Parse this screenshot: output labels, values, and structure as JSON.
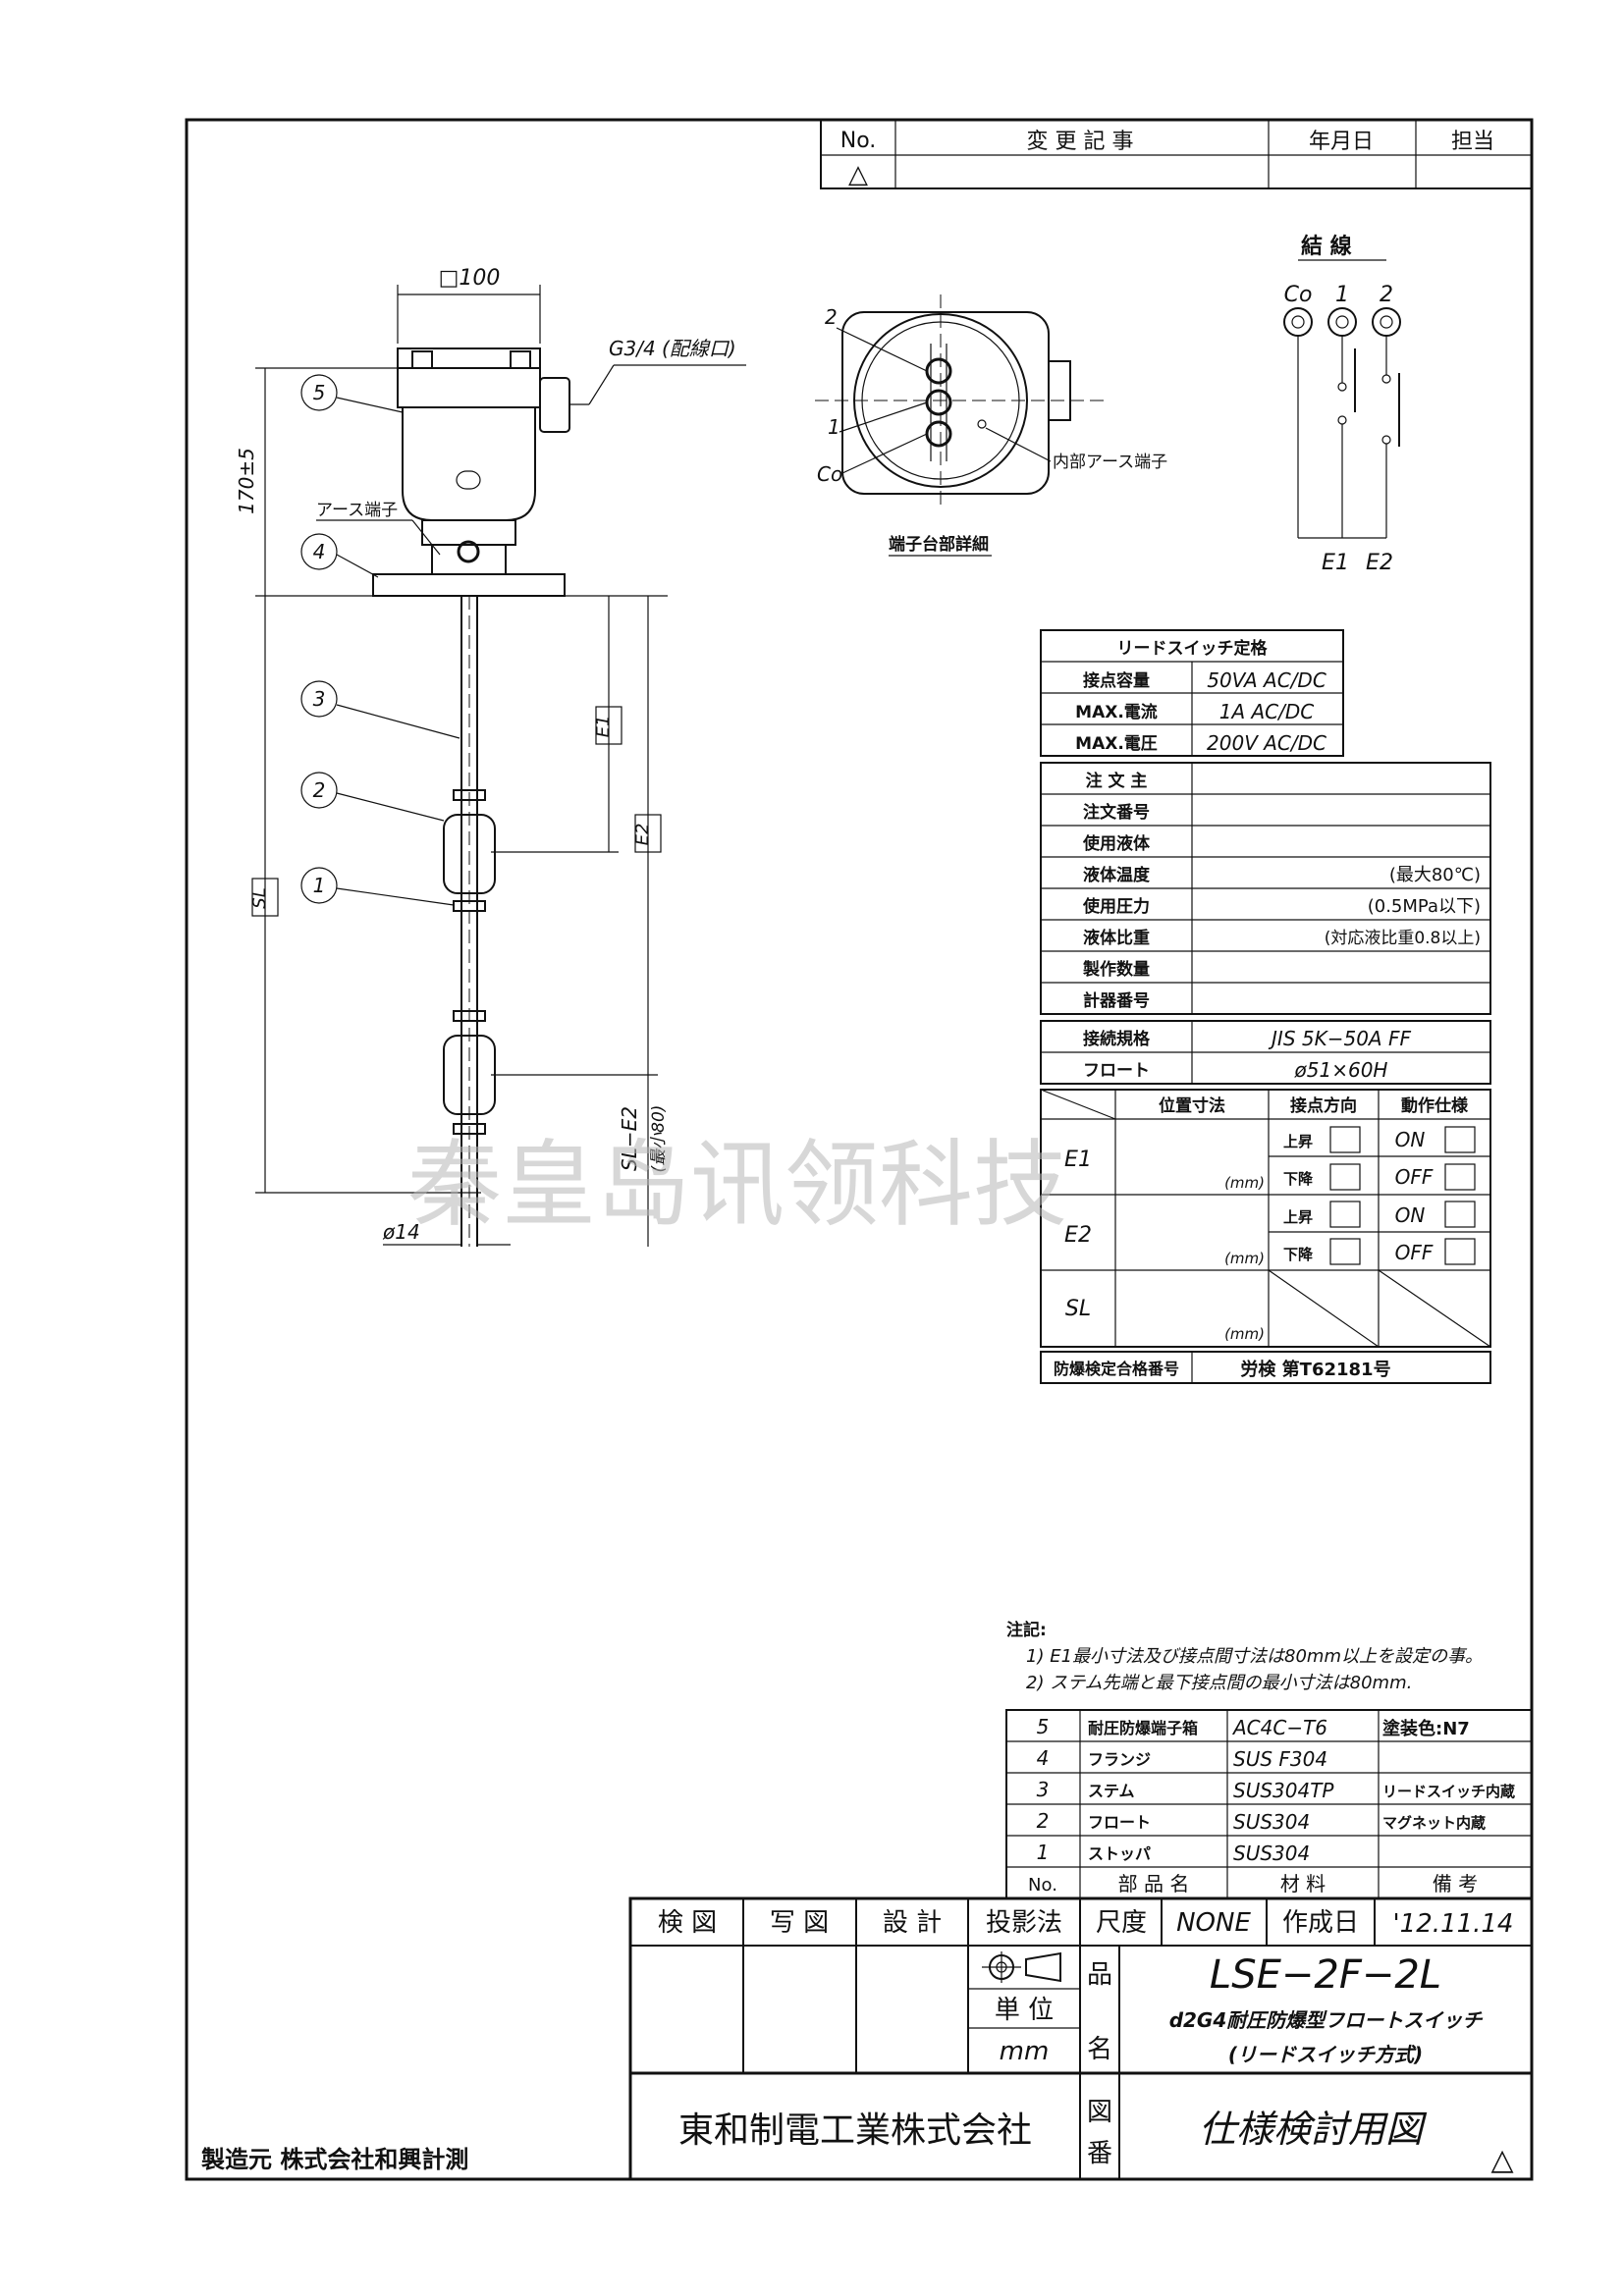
{
  "revision_block": {
    "headers": {
      "no": "No.",
      "change": "変 更 記 事",
      "date": "年月日",
      "person": "担当"
    },
    "row_symbol": "△"
  },
  "drawing": {
    "dim_width": "□100",
    "dim_height": "170±5",
    "conduit": "G3/4 (配線口)",
    "earth_terminal": "アース端子",
    "dim_E1": "E1",
    "dim_E2": "E2",
    "dim_SL": "SL",
    "dim_SL_E2": "SL−E2",
    "dim_SL_E2_min": "(最小80)",
    "dim_stem": "ø14",
    "balloons": [
      "5",
      "4",
      "3",
      "2",
      "1"
    ]
  },
  "terminal_detail": {
    "caption": "端子台部詳細",
    "internal_earth": "内部アース端子",
    "labels": [
      "2",
      "1",
      "Co"
    ]
  },
  "wiring": {
    "title": "結 線",
    "terminals": [
      "Co",
      "1",
      "2"
    ],
    "outputs": [
      "E1",
      "E2"
    ]
  },
  "reed_switch": {
    "title": "リードスイッチ定格",
    "rows": [
      {
        "label": "接点容量",
        "value": "50VA AC/DC"
      },
      {
        "label": "MAX.電流",
        "value": "1A AC/DC"
      },
      {
        "label": "MAX.電圧",
        "value": "200V AC/DC"
      }
    ]
  },
  "order_info": {
    "rows": [
      {
        "label": "注 文 主",
        "value": ""
      },
      {
        "label": "注文番号",
        "value": ""
      },
      {
        "label": "使用液体",
        "value": ""
      },
      {
        "label": "液体温度",
        "value": "(最大80℃)"
      },
      {
        "label": "使用圧力",
        "value": "(0.5MPa以下)"
      },
      {
        "label": "液体比重",
        "value": "(対応液比重0.8以上)"
      },
      {
        "label": "製作数量",
        "value": ""
      },
      {
        "label": "計器番号",
        "value": ""
      }
    ]
  },
  "connection": {
    "rows": [
      {
        "label": "接続規格",
        "value": "JIS 5K−50A FF"
      },
      {
        "label": "フロート",
        "value": "ø51×60H"
      }
    ]
  },
  "contact_table": {
    "headers": {
      "position": "位置寸法",
      "direction": "接点方向",
      "action": "動作仕様"
    },
    "unit": "(mm)",
    "rows": [
      {
        "name": "E1",
        "dir_up": "上昇",
        "dir_down": "下降",
        "on": "ON",
        "off": "OFF"
      },
      {
        "name": "E2",
        "dir_up": "上昇",
        "dir_down": "下降",
        "on": "ON",
        "off": "OFF"
      },
      {
        "name": "SL"
      }
    ]
  },
  "certification": {
    "label": "防爆検定合格番号",
    "value": "労検 第T62181号"
  },
  "notes": {
    "title": "注記:",
    "items": [
      "1) E1最小寸法及び接点間寸法は80mm以上を設定の事。",
      "2) ステム先端と最下接点間の最小寸法は80mm."
    ]
  },
  "parts_list": {
    "headers": {
      "no": "No.",
      "name": "部 品 名",
      "material": "材 料",
      "remarks": "備 考"
    },
    "rows": [
      {
        "no": "5",
        "name": "耐圧防爆端子箱",
        "material": "AC4C−T6",
        "remarks": "塗装色:N7"
      },
      {
        "no": "4",
        "name": "フランジ",
        "material": "SUS F304",
        "remarks": ""
      },
      {
        "no": "3",
        "name": "ステム",
        "material": "SUS304TP",
        "remarks": "リードスイッチ内蔵"
      },
      {
        "no": "2",
        "name": "フロート",
        "material": "SUS304",
        "remarks": "マグネット内蔵"
      },
      {
        "no": "1",
        "name": "ストッパ",
        "material": "SUS304",
        "remarks": ""
      }
    ]
  },
  "title_block": {
    "check": "検 図",
    "copy": "写 図",
    "design": "設 計",
    "projection": "投影法",
    "scale_label": "尺度",
    "scale_value": "NONE",
    "created_label": "作成日",
    "created_value": "'12.11.14",
    "unit_label": "単 位",
    "unit_value": "mm",
    "item_label_1": "品",
    "item_label_2": "名",
    "model": "LSE−2F−2L",
    "product_line1": "d2G4耐圧防爆型フロートスイッチ",
    "product_line2": "(リードスイッチ方式)",
    "company": "東和制電工業株式会社",
    "drawing_no_label_1": "図",
    "drawing_no_label_2": "番",
    "drawing_title": "仕様検討用図",
    "rev_mark": "△"
  },
  "manufacturer": "製造元 株式会社和興計測",
  "watermark": "秦皇岛讯领科技"
}
